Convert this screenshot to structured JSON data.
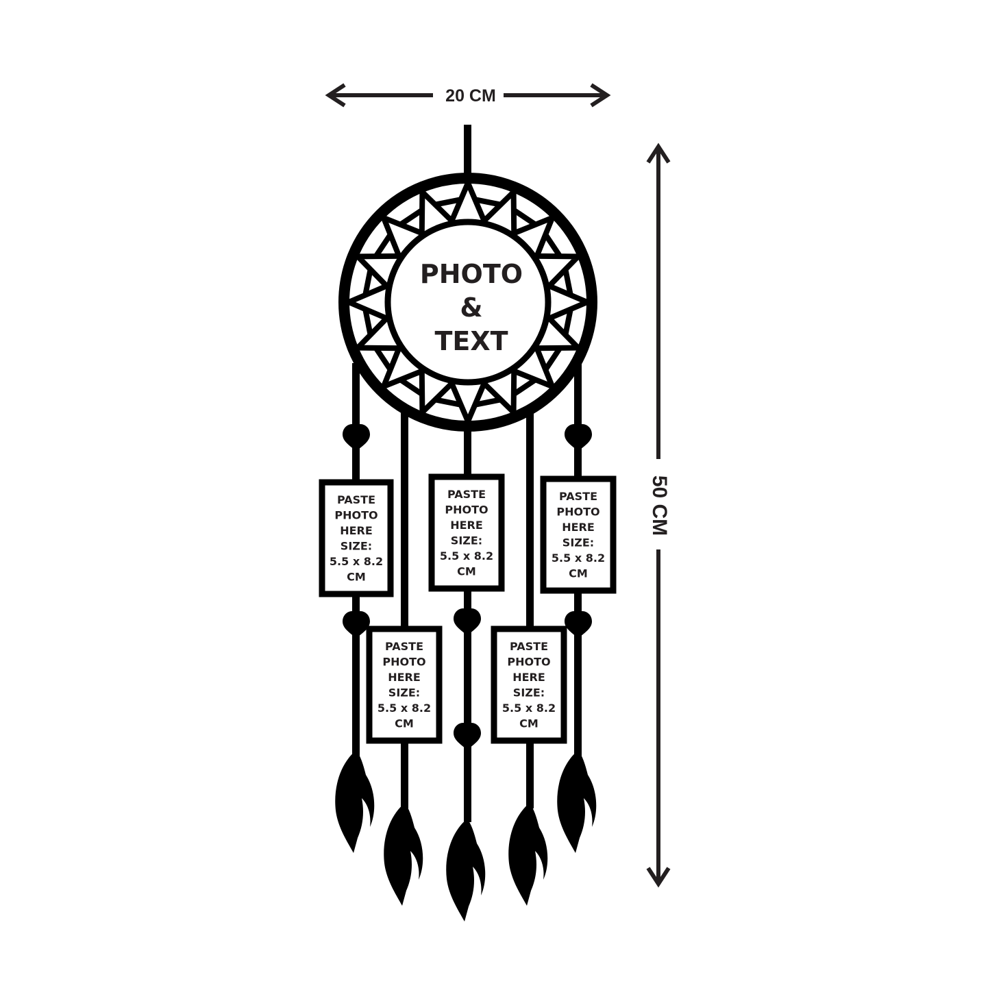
{
  "dimensions": {
    "width_label": "20 CM",
    "height_label": "50 CM"
  },
  "center_frame": {
    "line1": "PHOTO",
    "line2": "&",
    "line3": "TEXT"
  },
  "photo_frames": [
    {
      "position": "upper-left",
      "lines": [
        "PASTE",
        "PHOTO",
        "HERE",
        "SIZE:",
        "5.5 x 8.2",
        "CM"
      ]
    },
    {
      "position": "upper-center",
      "lines": [
        "PASTE",
        "PHOTO",
        "HERE",
        "SIZE:",
        "5.5 x 8.2",
        "CM"
      ]
    },
    {
      "position": "upper-right",
      "lines": [
        "PASTE",
        "PHOTO",
        "HERE",
        "SIZE:",
        "5.5 x 8.2",
        "CM"
      ]
    },
    {
      "position": "lower-left",
      "lines": [
        "PASTE",
        "PHOTO",
        "HERE",
        "SIZE:",
        "5.5 x 8.2",
        "CM"
      ]
    },
    {
      "position": "lower-right",
      "lines": [
        "PASTE",
        "PHOTO",
        "HERE",
        "SIZE:",
        "5.5 x 8.2",
        "CM"
      ]
    }
  ],
  "colors": {
    "ink": "#000000",
    "dimension_ink": "#231f20",
    "background": "#ffffff"
  }
}
